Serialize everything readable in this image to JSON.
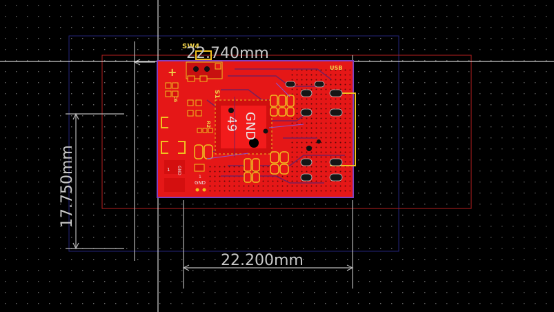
{
  "dimensions": {
    "width_label": "22.740mm",
    "height_label": "17.750mm",
    "bottom_label": "22.200mm"
  },
  "board": {
    "designator_switch": "SW4",
    "main_net_label": "GND",
    "main_pad_number": "49",
    "pad1_label": "GND",
    "pad1_number": "1",
    "pad2_label": "GND",
    "pad2_number": "1",
    "small_gnd_label": "GND",
    "plus_symbol": "+",
    "corner_label": "USB",
    "silk_label_s": "S1",
    "silk_label_c": "C6",
    "silk_label_r": "R2"
  },
  "colors": {
    "background": "#000000",
    "board_red": "#e81818",
    "board_dark_red": "#c01010",
    "silkscreen": "#f0c020",
    "outline_purple": "#8040c0",
    "keepout_red": "#c02020",
    "keepout_blue": "#202080",
    "dimension": "#c8c8c8",
    "crosshair": "#ffffff"
  }
}
